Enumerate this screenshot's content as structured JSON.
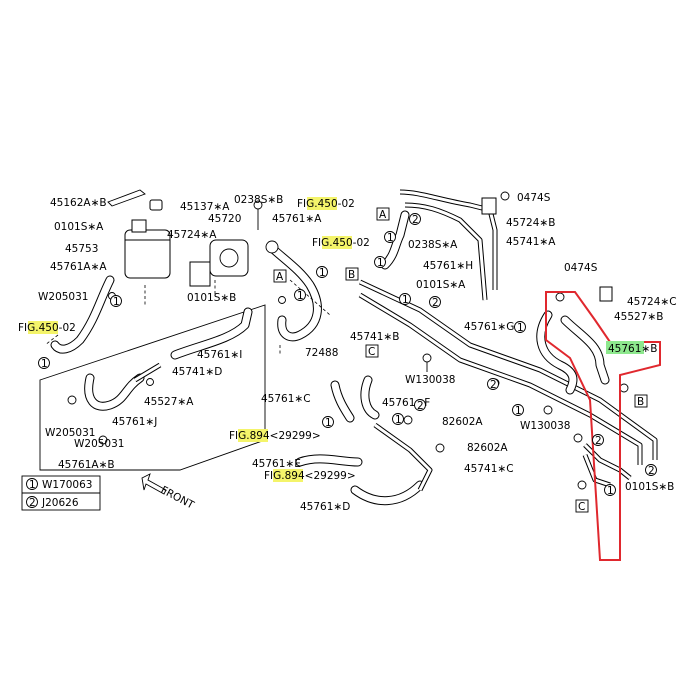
{
  "parts": {
    "p45162AB": "45162A∗B",
    "p45137A": "45137∗A",
    "p0238SB": "0238S∗B",
    "p0101SA": "0101S∗A",
    "p45720": "45720",
    "p45761A_top": "45761∗A",
    "p45724A": "45724∗A",
    "p45753": "45753",
    "p45761AA": "45761A∗A",
    "pW205031_a": "W205031",
    "p0101SB": "0101S∗B",
    "p72488": "72488",
    "p45761I": "45761∗I",
    "p45741D": "45741∗D",
    "p45527A": "45527∗A",
    "p45761J": "45761∗J",
    "pW205031_b": "W205031",
    "pW205031_c": "W205031",
    "p45761AB": "45761A∗B",
    "p0474S_a": "0474S",
    "p45724B": "45724∗B",
    "p45741A": "45741∗A",
    "p0238SA": "0238S∗A",
    "p45761H": "45761∗H",
    "p0101SA_r": "0101S∗A",
    "p0474S_b": "0474S",
    "p45724C": "45724∗C",
    "p45527B": "45527∗B",
    "p45761G": "45761∗G",
    "p45741B": "45741∗B",
    "p45761B": "45761∗B",
    "pW130038_a": "W130038",
    "pW130038_b": "W130038",
    "p45761C": "45761∗C",
    "p45761F": "45761∗F",
    "p82602A_a": "82602A",
    "p82602A_b": "82602A",
    "p45761E": "45761∗E",
    "p45741C": "45741∗C",
    "p45761D": "45761∗D",
    "p0101SB_r": "0101S∗B"
  },
  "figrefs": {
    "fig450_top_a": "FIG.45",
    "fig450_top_b": "0-02",
    "fig450_mid_a": "FIG.45",
    "fig450_mid_b": "0-02",
    "fig450_left_a": "FIG.45",
    "fig450_left_b": "0-02",
    "fig894_a1": "FIG.89",
    "fig894_a2": "4<29299>",
    "fig894_b1": "FIG.89",
    "fig894_b2": "4<29299>"
  },
  "refs": {
    "A": "A",
    "B": "B",
    "C": "C"
  },
  "callouts": {
    "one": "1",
    "two": "2"
  },
  "legend": [
    {
      "num": "1",
      "code": "W170063"
    },
    {
      "num": "2",
      "code": "J20626"
    }
  ],
  "front_label": "FRONT",
  "colors": {
    "figref_highlight": "#f4f46a",
    "selected_highlight": "#8ee88e",
    "selection_box": "#e0282e"
  }
}
